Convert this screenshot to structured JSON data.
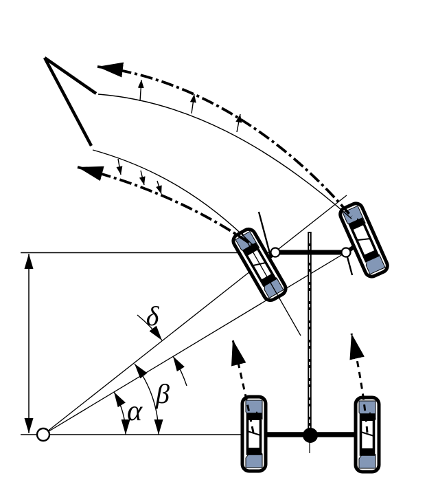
{
  "angle_labels": {
    "alpha": "α",
    "beta": "β",
    "delta": "δ"
  },
  "colors": {
    "line": "#000000",
    "wheel_fill": "#8397B6",
    "background": "#FFFFFF"
  }
}
